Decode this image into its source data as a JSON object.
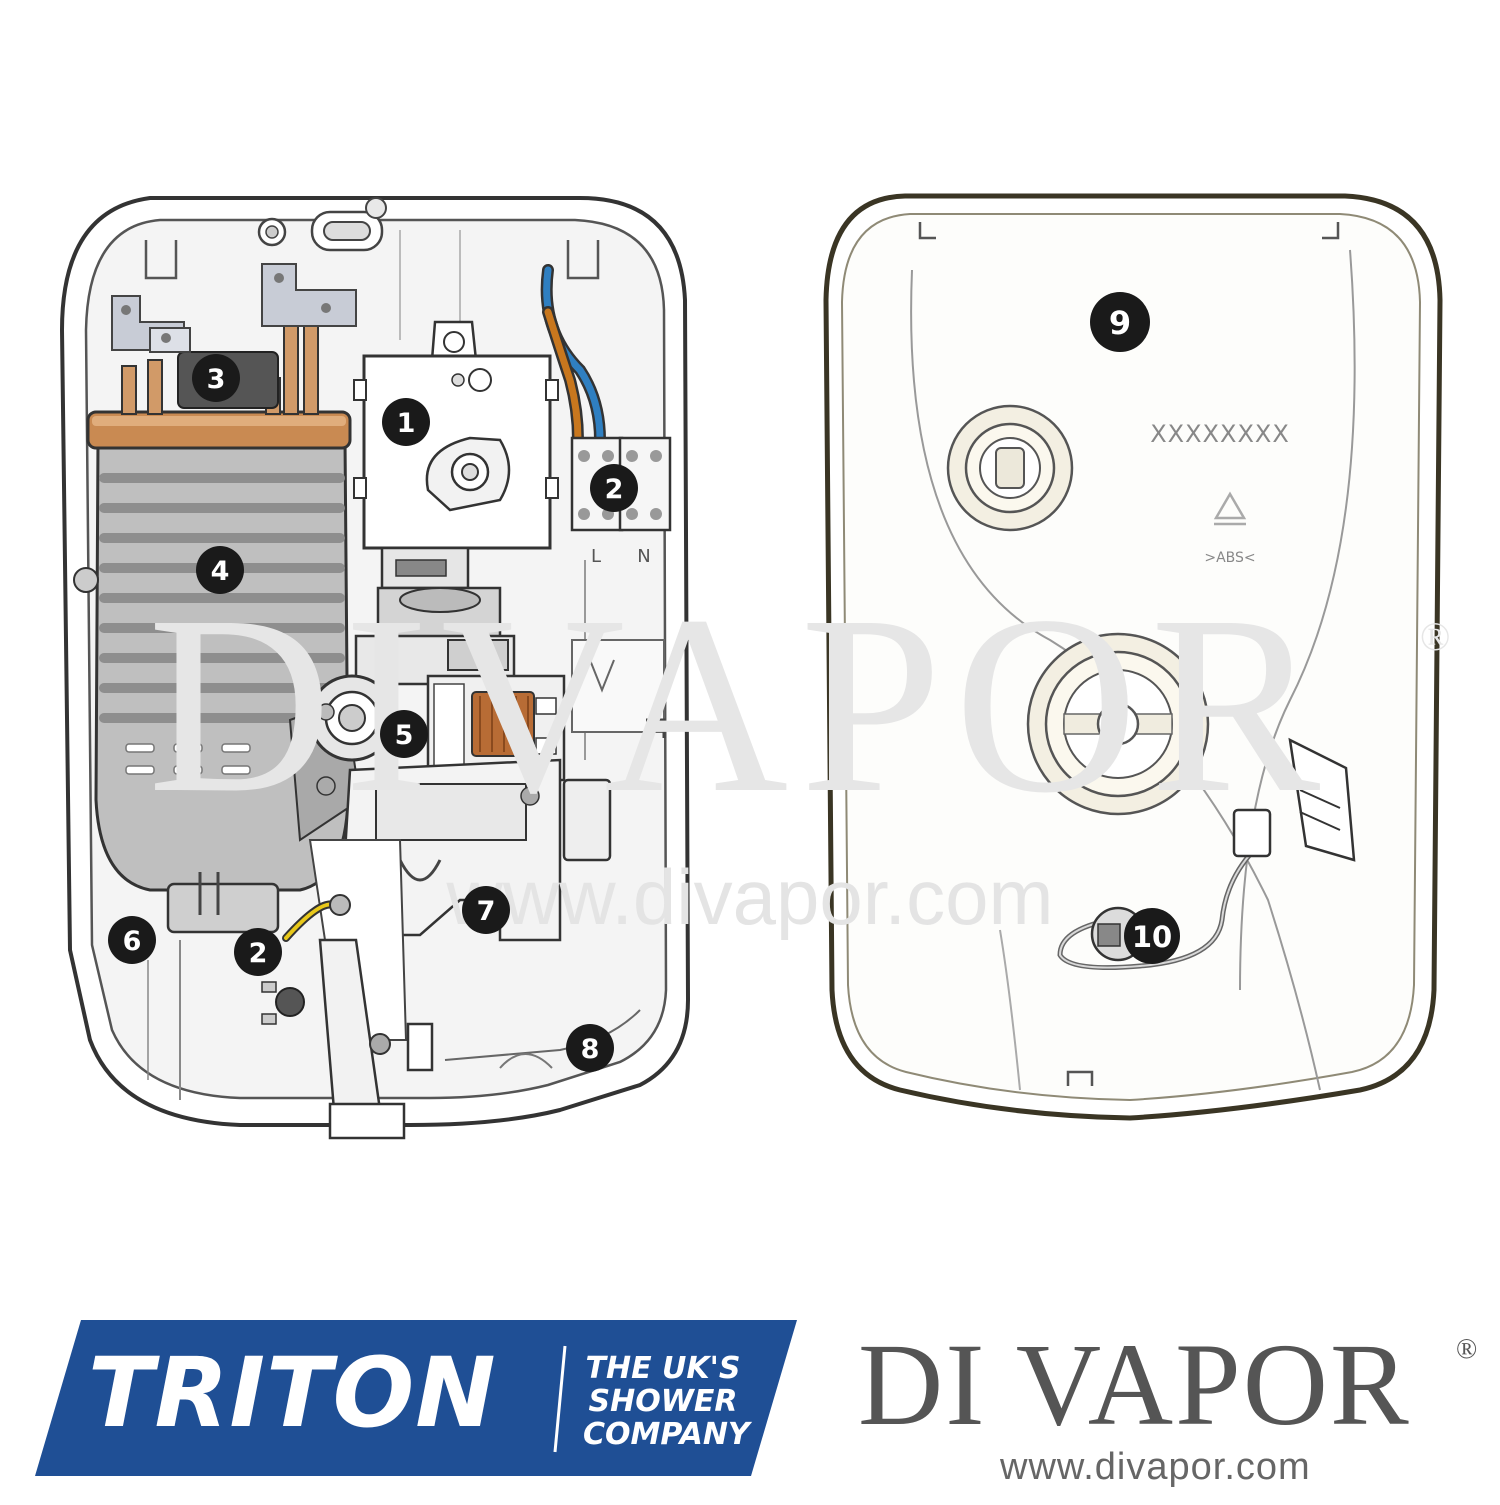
{
  "diagram": {
    "callouts": [
      {
        "id": "c1",
        "label": "1"
      },
      {
        "id": "c2a",
        "label": "2"
      },
      {
        "id": "c2b",
        "label": "2"
      },
      {
        "id": "c3",
        "label": "3"
      },
      {
        "id": "c4",
        "label": "4"
      },
      {
        "id": "c5",
        "label": "5"
      },
      {
        "id": "c6",
        "label": "6"
      },
      {
        "id": "c7",
        "label": "7"
      },
      {
        "id": "c8",
        "label": "8"
      },
      {
        "id": "c9",
        "label": "9"
      },
      {
        "id": "c10",
        "label": "10"
      }
    ],
    "cover_code": "XXXXXXXX",
    "cover_material": ">ABS<",
    "terminal_live": "L",
    "terminal_neutral": "N",
    "callout_color": "#1a1a1a",
    "live_wire_color": "#c8771e",
    "neutral_wire_color": "#2f7fc1",
    "earth_wire_color": "#e8c81a",
    "heater_flange_color": "#c98a52"
  },
  "watermark": {
    "text": "DIVAPOR",
    "url": "www.divapor.com"
  },
  "branding": {
    "triton": {
      "name": "TRITON",
      "tagline": [
        "THE UK'S",
        "SHOWER",
        "COMPANY"
      ],
      "color": "#1f4f95"
    },
    "divapor": {
      "name": "DI VAPOR",
      "reg": "®",
      "url": "www.divapor.com"
    }
  }
}
